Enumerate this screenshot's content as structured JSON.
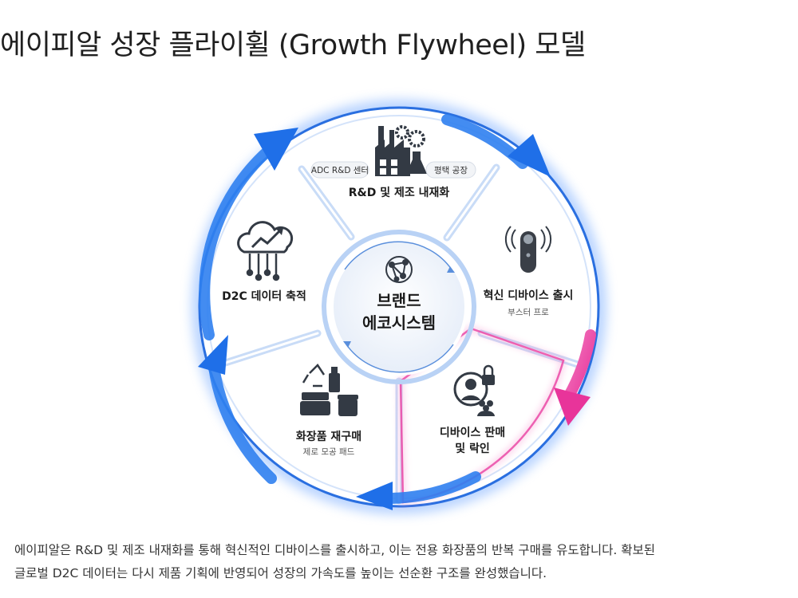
{
  "page": {
    "title": "에이피알 성장 플라이휠 (Growth Flywheel) 모델",
    "caption_line1": "에이피알은 R&D 및 제조 내재화를 통해 혁신적인 디바이스를 출시하고, 이는 전용 화장품의 반복 구매를 유도합니다. 확보된",
    "caption_line2": "글로벌 D2C 데이터는 다시 제품 기획에 반영되어 성장의 가속도를 높이는 선순환 구조를 완성했습니다."
  },
  "center": {
    "line1": "브랜드",
    "line2": "에코시스템",
    "icon": "network-hub-icon"
  },
  "segments": [
    {
      "id": "rnd",
      "title": "R&D 및 제조 내재화",
      "pill_left": "ADC R&D 센터",
      "pill_right": "평택 공장",
      "icon": "factory-gears-icon"
    },
    {
      "id": "device",
      "title": "혁신 디바이스 출시",
      "subtitle": "부스터 프로",
      "icon": "beauty-device-icon"
    },
    {
      "id": "sales",
      "title_line1": "디바이스 판매",
      "title_line2": "및 락인",
      "icon": "user-lock-icon"
    },
    {
      "id": "cosmetics",
      "title": "화장품 재구매",
      "subtitle": "제로 모공 패드",
      "icon": "recycle-cosmetics-icon"
    },
    {
      "id": "data",
      "title": "D2C 데이터 축적",
      "icon": "cloud-data-icon"
    }
  ],
  "colors": {
    "ring_border": "#1e63d6",
    "ring_fill": "#ffffff",
    "arrow_blue": "#2f7ff0",
    "arrow_pink": "#e8349a",
    "divider": "#c9dcf7",
    "icon": "#333a44",
    "center_fill": "#eef3fb"
  }
}
